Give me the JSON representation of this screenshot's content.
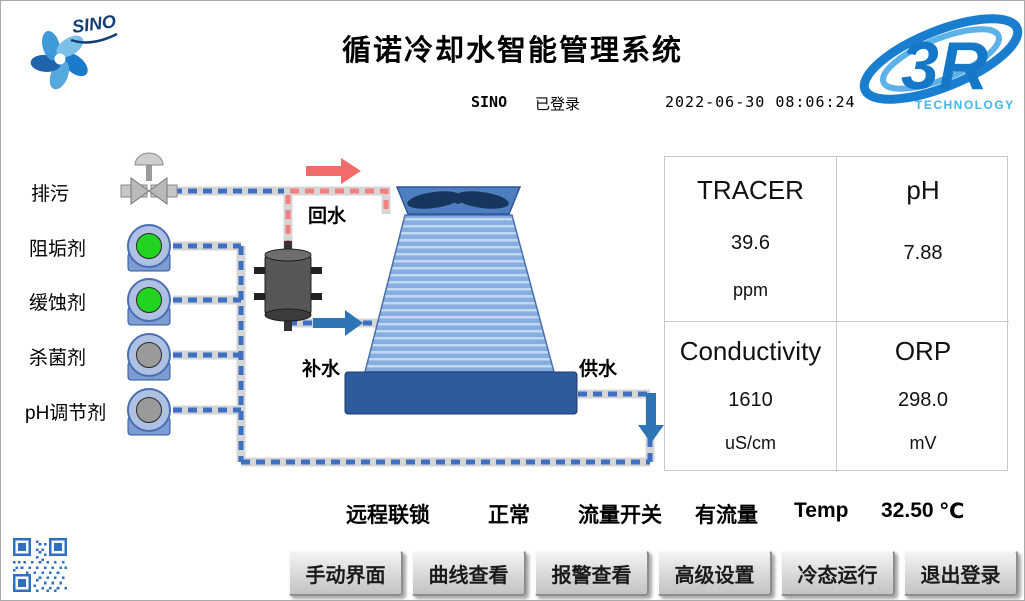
{
  "header": {
    "title": "循诺冷却水智能管理系统",
    "user": "SINO",
    "login_status": "已登录",
    "datetime": "2022-06-30 08:06:24"
  },
  "logos": {
    "sino_text": "SINO",
    "r3_text": "3R",
    "r3_sub": "TECHNOLOGY"
  },
  "chemicals": [
    {
      "label": "排污",
      "type": "valve",
      "state": "closed",
      "color": "#b9b9b9"
    },
    {
      "label": "阻垢剂",
      "type": "pump",
      "state": "running",
      "color": "#21d421"
    },
    {
      "label": "缓蚀剂",
      "type": "pump",
      "state": "running",
      "color": "#21d421"
    },
    {
      "label": "杀菌剂",
      "type": "pump",
      "state": "stopped",
      "color": "#9a9a9a"
    },
    {
      "label": "pH调节剂",
      "type": "pump",
      "state": "stopped",
      "color": "#9a9a9a"
    }
  ],
  "diagram": {
    "labels": {
      "return": "回水",
      "makeup": "补水",
      "supply": "供水"
    },
    "pipe_colors": {
      "return": "#f28080",
      "circuit": "#3f6fc1"
    }
  },
  "readings": [
    {
      "name": "TRACER",
      "value": "39.6",
      "unit": "ppm"
    },
    {
      "name": "pH",
      "value": "7.88",
      "unit": ""
    },
    {
      "name": "Conductivity",
      "value": "1610",
      "unit": "uS/cm"
    },
    {
      "name": "ORP",
      "value": "298.0",
      "unit": "mV"
    }
  ],
  "status": [
    {
      "label": "远程联锁",
      "value": "正常"
    },
    {
      "label": "流量开关",
      "value": "有流量"
    },
    {
      "label": "Temp",
      "value": "32.50",
      "unit": "℃"
    }
  ],
  "buttons": [
    {
      "label": "手动界面"
    },
    {
      "label": "曲线查看"
    },
    {
      "label": "报警查看"
    },
    {
      "label": "高级设置"
    },
    {
      "label": "冷态运行"
    },
    {
      "label": "退出登录"
    }
  ]
}
